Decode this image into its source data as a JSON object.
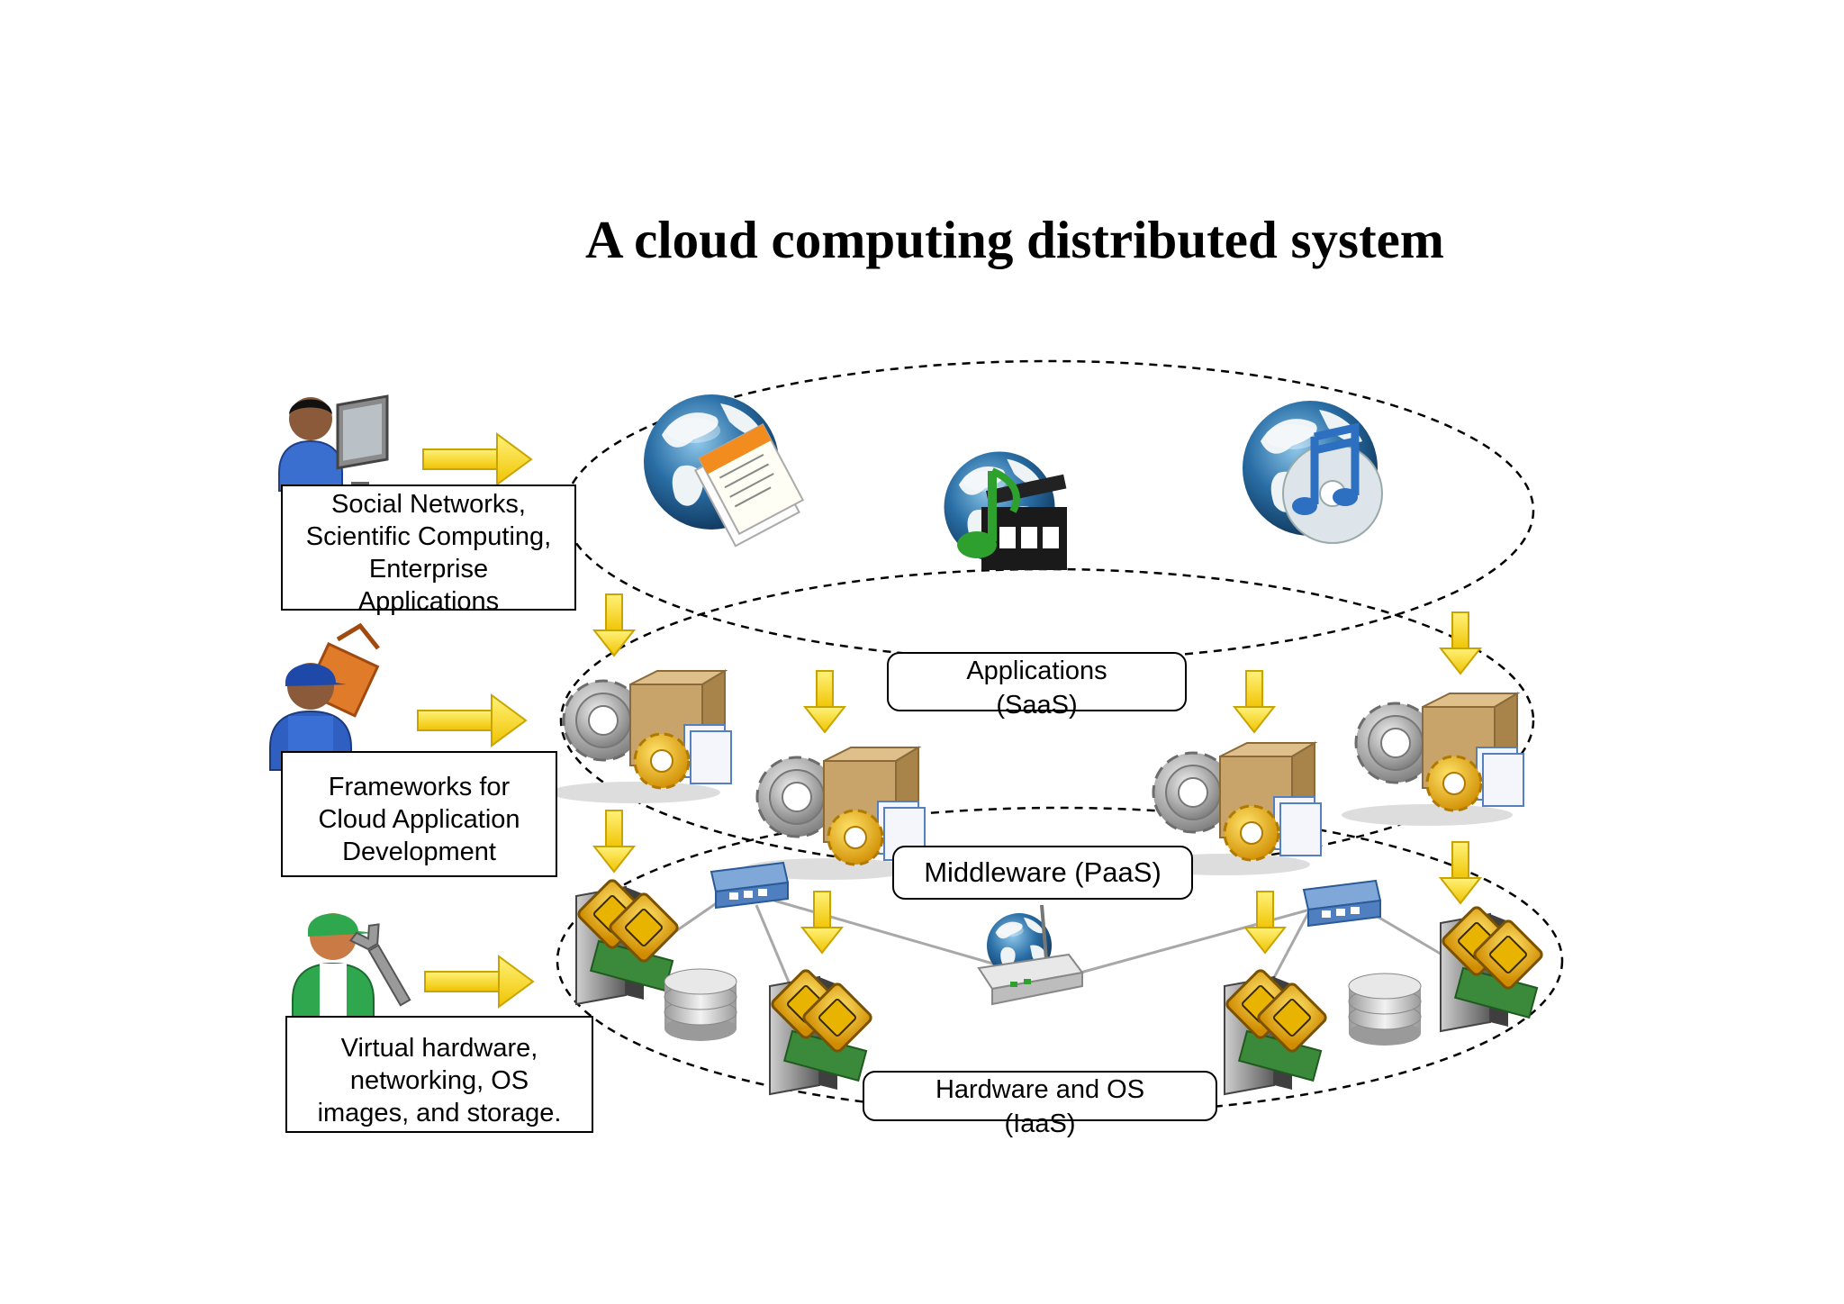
{
  "title": "A cloud computing distributed system",
  "layers": {
    "saas": "Applications\n(SaaS)",
    "paas": "Middleware (PaaS)",
    "iaas": "Hardware and OS\n(IaaS)"
  },
  "actors": {
    "apps": "Social Networks,\nScientific Computing,\nEnterprise\nApplications",
    "frameworks": "Frameworks for\nCloud Application\nDevelopment",
    "hardware": "Virtual  hardware,\nnetworking, OS\nimages, and storage."
  },
  "colors": {
    "arrow": "#f5d000",
    "arrow_stroke": "#c9a400",
    "globe_ocean": "#2a6fa6",
    "globe_land": "#e8eef2",
    "gear": "#9a9a9a",
    "gold": "#e3a400",
    "box": "#c9a46a"
  }
}
